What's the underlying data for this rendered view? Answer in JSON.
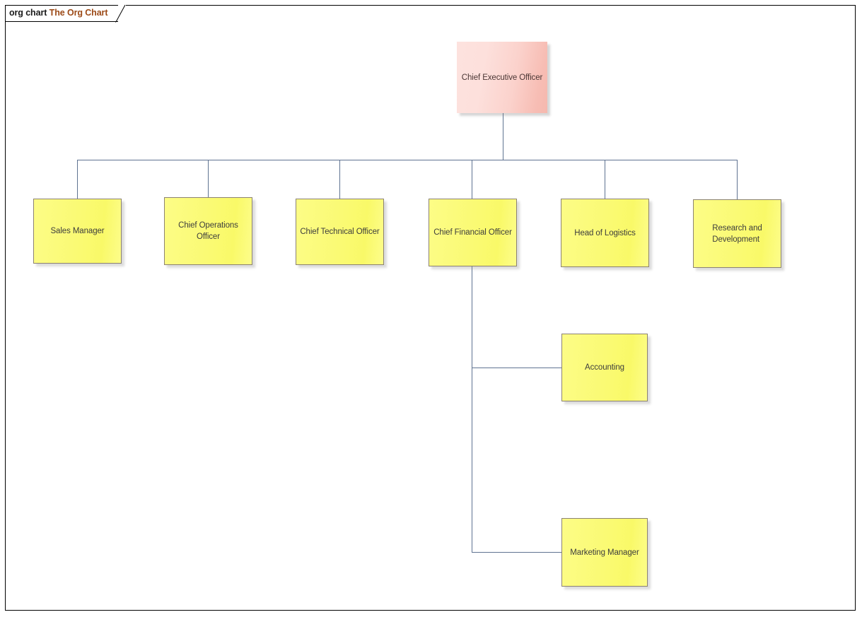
{
  "frame": {
    "tab_label_prefix": "org chart",
    "tab_label_name": "The Org Chart",
    "tab_color_prefix": "#1a1a1a",
    "tab_color_name": "#9c4a17"
  },
  "chart_data": {
    "type": "diagram",
    "diagram_kind": "org-chart",
    "title": "The Org Chart",
    "root": "Chief Executive Officer",
    "nodes": [
      {
        "id": "ceo",
        "label": "Chief Executive Officer",
        "level": 0,
        "parent": null,
        "fill": "#fbd2cc"
      },
      {
        "id": "sales",
        "label": "Sales Manager",
        "level": 1,
        "parent": "ceo",
        "fill": "#fafa72"
      },
      {
        "id": "coo",
        "label": "Chief Operations\nOfficer",
        "level": 1,
        "parent": "ceo",
        "fill": "#fafa72"
      },
      {
        "id": "cto",
        "label": "Chief Technical Officer",
        "level": 1,
        "parent": "ceo",
        "fill": "#fafa72"
      },
      {
        "id": "cfo",
        "label": "Chief Financial Officer",
        "level": 1,
        "parent": "ceo",
        "fill": "#fafa72"
      },
      {
        "id": "logistics",
        "label": "Head of Logistics",
        "level": 1,
        "parent": "ceo",
        "fill": "#fafa72"
      },
      {
        "id": "rnd",
        "label": "Research and\nDevelopment",
        "level": 1,
        "parent": "ceo",
        "fill": "#fafa72"
      },
      {
        "id": "accounting",
        "label": "Accounting",
        "level": 2,
        "parent": "cfo",
        "fill": "#fafa72"
      },
      {
        "id": "marketing",
        "label": "Marketing Manager",
        "level": 2,
        "parent": "cfo",
        "fill": "#fafa72"
      }
    ],
    "edges": [
      {
        "from": "ceo",
        "to": "sales"
      },
      {
        "from": "ceo",
        "to": "coo"
      },
      {
        "from": "ceo",
        "to": "cto"
      },
      {
        "from": "ceo",
        "to": "cfo"
      },
      {
        "from": "ceo",
        "to": "logistics"
      },
      {
        "from": "ceo",
        "to": "rnd"
      },
      {
        "from": "cfo",
        "to": "accounting"
      },
      {
        "from": "cfo",
        "to": "marketing"
      }
    ],
    "edge_color": "#5f7391",
    "border_color": "#8c8272"
  }
}
